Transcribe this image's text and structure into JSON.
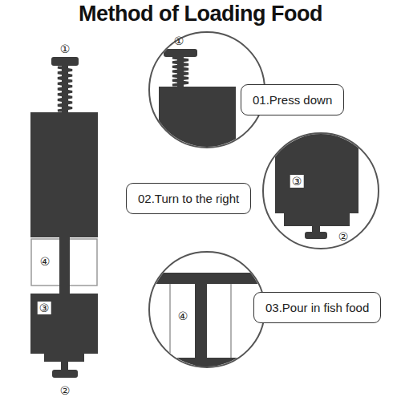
{
  "diagram": {
    "title": "Method of Loading Food",
    "nodes": [
      {
        "text": [
          "01.Press down"
        ]
      },
      {
        "text": [
          "02.Turn to the right"
        ]
      },
      {
        "text": [
          "03.Pour in fish food"
        ]
      }
    ],
    "labels": [
      "①",
      "④",
      "③",
      "②",
      "①",
      "③",
      "②",
      "④"
    ]
  }
}
